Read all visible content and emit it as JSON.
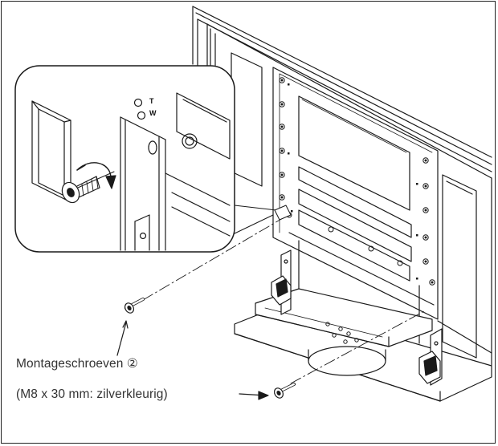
{
  "figure": {
    "callout_label_line1": "Montageschroeven ②",
    "callout_label_line2": "(M8 x 30 mm: zilverkleurig)",
    "inset_marks": [
      "T",
      "W"
    ]
  }
}
